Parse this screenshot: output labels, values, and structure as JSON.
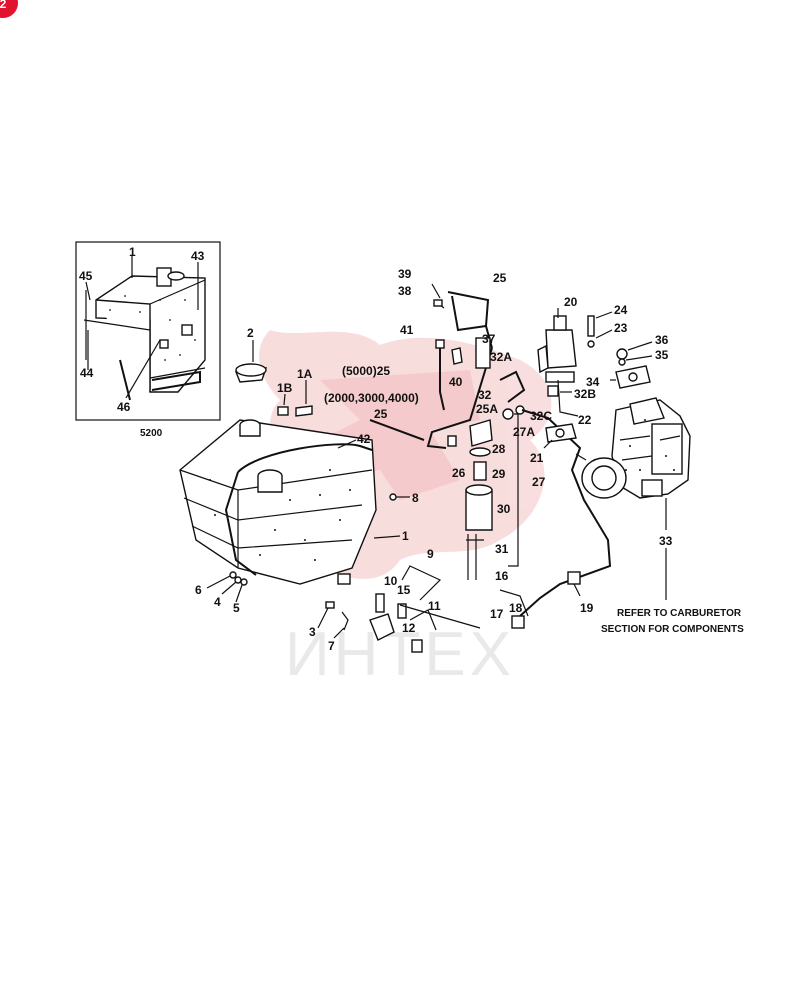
{
  "corner_badge": "2",
  "watermark": "ИНТЕХ",
  "inset": {
    "model_label": "5200"
  },
  "callouts": {
    "45": "45",
    "1i": "1",
    "43": "43",
    "44": "44",
    "46": "46",
    "2": "2",
    "1B": "1B",
    "1A": "1A",
    "42": "42",
    "1": "1",
    "8": "8",
    "6": "6",
    "4": "4",
    "5": "5",
    "3": "3",
    "7": "7",
    "9": "9",
    "10": "10",
    "15": "15",
    "11": "11",
    "12": "12",
    "39": "39",
    "38": "38",
    "25top": "25",
    "41": "41",
    "37": "37",
    "32A": "32A",
    "5000_25": "(5000)25",
    "40": "40",
    "32": "32",
    "2000_25a": "(2000,3000,4000)",
    "2000_25b": "25",
    "25A": "25A",
    "32C": "32C",
    "27A": "27A",
    "28": "28",
    "26": "26",
    "29": "29",
    "27": "27",
    "30": "30",
    "31": "31",
    "16": "16",
    "17": "17",
    "18": "18",
    "19": "19",
    "20": "20",
    "24": "24",
    "23": "23",
    "36": "36",
    "35": "35",
    "34": "34",
    "32B": "32B",
    "22": "22",
    "21": "21",
    "33": "33"
  },
  "note": {
    "line1": "REFER TO CARBURETOR",
    "line2": "SECTION FOR COMPONENTS"
  }
}
